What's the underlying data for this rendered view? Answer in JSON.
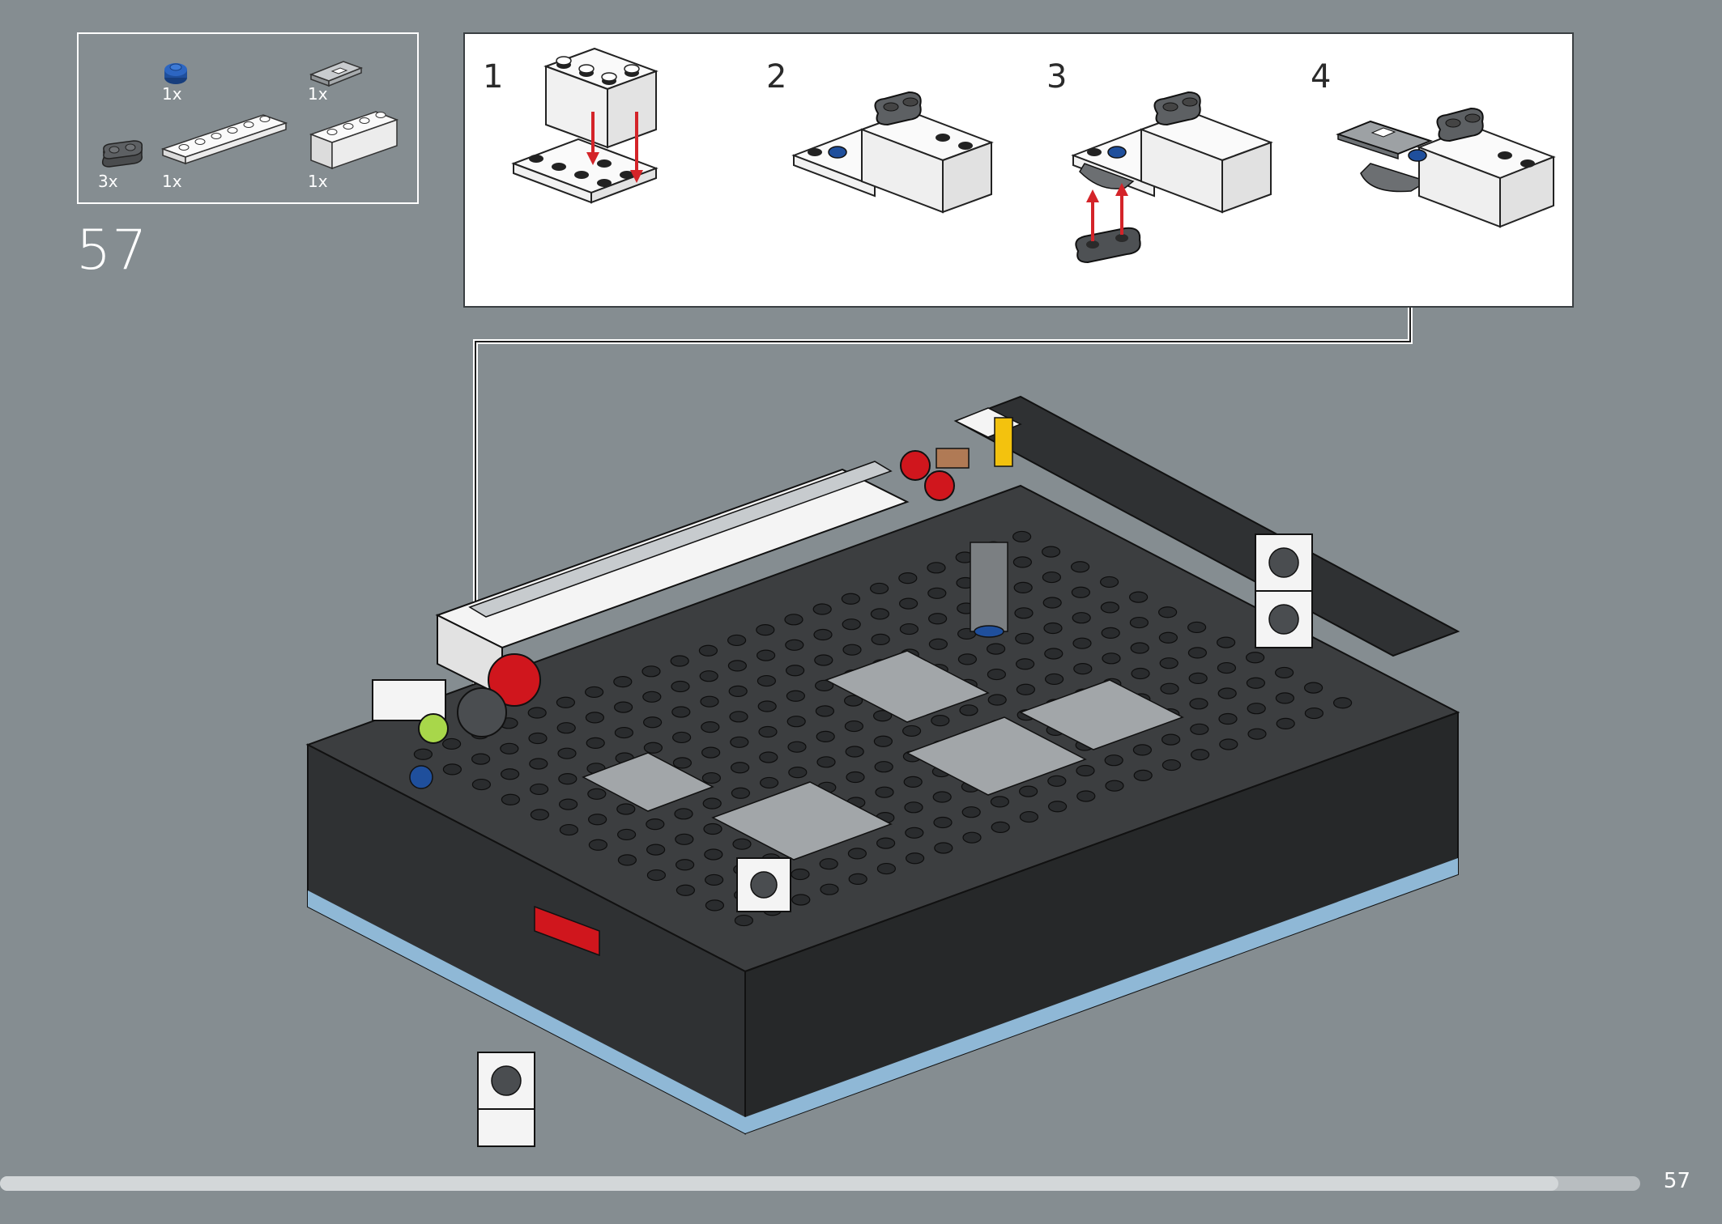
{
  "step": {
    "number": "57"
  },
  "page": {
    "number": "57"
  },
  "progress": {
    "fraction": 0.95
  },
  "colors": {
    "background": "#858d91",
    "panel": "#ffffff",
    "brick_white": "#f4f4f4",
    "brick_dark": "#3b3d3f",
    "brick_gray": "#9b9fa2",
    "brick_blue": "#1f4f9c",
    "brick_light_blue": "#8fb8d6",
    "brick_red": "#d0161d",
    "brick_yellow": "#f3c20e",
    "arrow_red": "#d42429"
  },
  "parts": [
    {
      "name": "round-plate-1x1-blue",
      "qty": "1x"
    },
    {
      "name": "tile-modified-gray",
      "qty": "1x"
    },
    {
      "name": "plate-1x2-rounded-dark",
      "qty": "3x"
    },
    {
      "name": "plate-1x6-white",
      "qty": "1x"
    },
    {
      "name": "brick-1x4-white",
      "qty": "1x"
    }
  ],
  "substeps": [
    {
      "number": "1"
    },
    {
      "number": "2"
    },
    {
      "number": "3"
    },
    {
      "number": "4"
    }
  ],
  "main_model": {
    "illustration": "radio-base-assembly"
  }
}
